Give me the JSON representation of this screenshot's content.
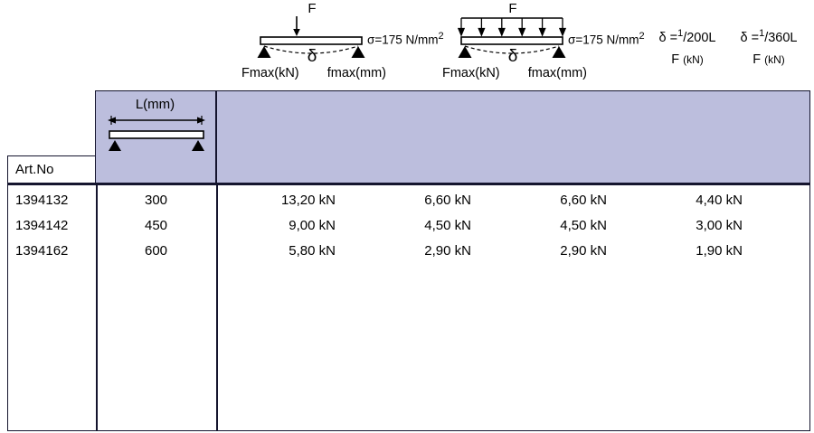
{
  "diagrams": [
    {
      "id": "point-load",
      "title": "F",
      "load_type": "point",
      "sigma": "σ=175 N/mm",
      "sigma_sup": "2",
      "delta": "δ",
      "sublabel_left": "Fmax(kN)",
      "sublabel_right": "fmax(mm)"
    },
    {
      "id": "distributed-load",
      "title": "F",
      "load_type": "distributed",
      "sigma": "σ=175 N/mm",
      "sigma_sup": "2",
      "delta": "δ",
      "sublabel_left": "Fmax(kN)",
      "sublabel_right": "fmax(mm)"
    }
  ],
  "deflection_headers": [
    {
      "prefix": "δ =",
      "numerator": "1",
      "denominator": "/200L",
      "force_label": "F",
      "force_unit": "(kN)"
    },
    {
      "prefix": "δ =",
      "numerator": "1",
      "denominator": "/360L",
      "force_label": "F",
      "force_unit": "(kN)"
    }
  ],
  "table": {
    "artno_header": "Art.No",
    "length_header": "L(mm)",
    "rows": [
      {
        "artno": "1394132",
        "length": "300",
        "values": [
          "13,20 kN",
          "6,60 kN",
          "6,60 kN",
          "4,40 kN"
        ]
      },
      {
        "artno": "1394142",
        "length": "450",
        "values": [
          "9,00 kN",
          "4,50 kN",
          "4,50 kN",
          "3,00 kN"
        ]
      },
      {
        "artno": "1394162",
        "length": "600",
        "values": [
          "5,80 kN",
          "2,90 kN",
          "2,90 kN",
          "1,90 kN"
        ]
      }
    ]
  },
  "colors": {
    "header_fill": "#bcbedd",
    "border": "#15152e",
    "text": "#000000"
  }
}
